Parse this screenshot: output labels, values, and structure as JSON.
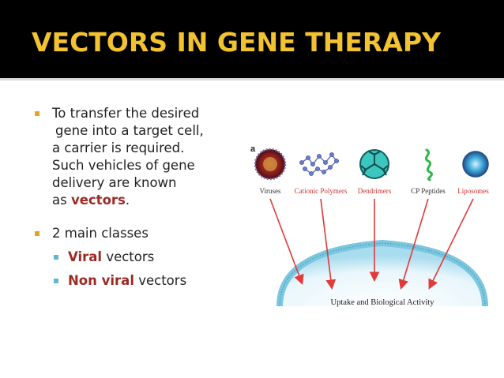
{
  "slide": {
    "title": "VECTORS IN GENE THERAPY",
    "bullet1_lines": [
      "To transfer the desired",
      "gene into a target cell,",
      "a carrier is required.",
      "Such vehicles of gene",
      "delivery are known"
    ],
    "bullet1_last_prefix": "as ",
    "bullet1_highlight": "vectors",
    "bullet1_last_suffix": ".",
    "bullet2": "2 main classes",
    "sub1_highlight": "Viral",
    "sub1_rest": " vectors",
    "sub2_highlight": "Non viral",
    "sub2_rest": " vectors"
  },
  "figure": {
    "panel_letter": "a",
    "labels": {
      "viruses": "Viruses",
      "cationic_polymers": "Cationic Polymers",
      "dendrimers": "Dendrimers",
      "cp_peptides": "CP Peptides",
      "liposomes": "Liposomes"
    },
    "caption": "Uptake and Biological Activity"
  },
  "colors": {
    "title_bg": "#000000",
    "title_text": "#f2c230",
    "highlight": "#9b2a25",
    "arrow": "#e03a3a",
    "membrane": "#8fd0e6"
  }
}
